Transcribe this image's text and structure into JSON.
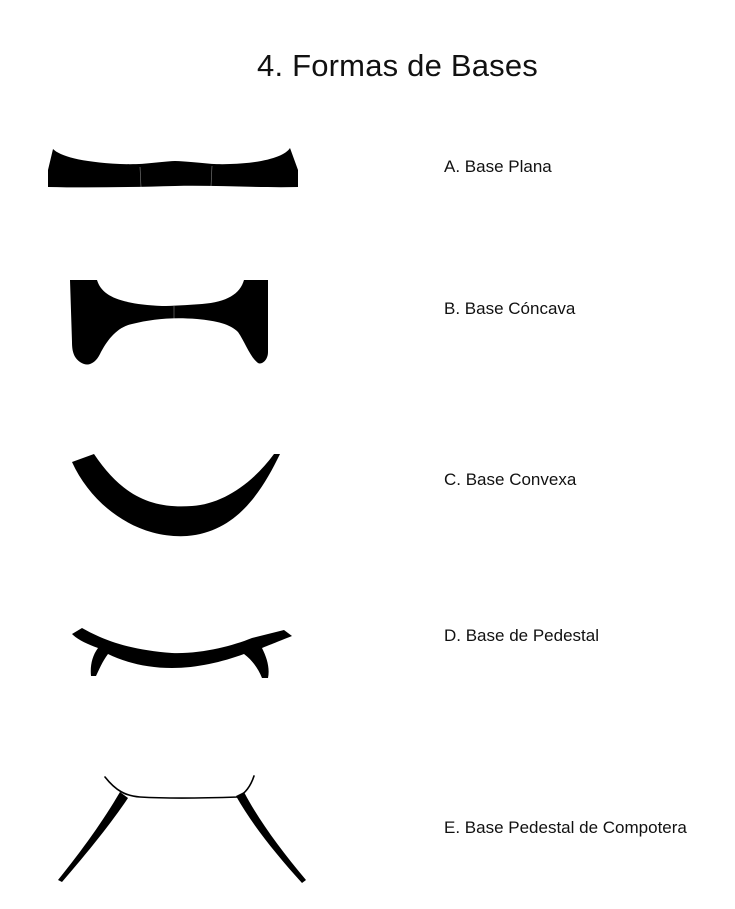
{
  "title": "4. Formas de Bases",
  "ink_color": "#000000",
  "items": [
    {
      "label": "A. Base Plana"
    },
    {
      "label": "B. Base Cóncava"
    },
    {
      "label": "C. Base Convexa"
    },
    {
      "label": "D. Base de Pedestal"
    },
    {
      "label": "E. Base Pedestal de Compotera"
    }
  ]
}
